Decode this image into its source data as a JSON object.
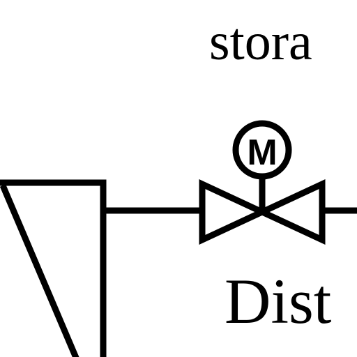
{
  "labels": {
    "top": "stora",
    "bottom": "Dist"
  },
  "valve": {
    "actuator_letter": "M"
  },
  "colors": {
    "line": "#000000",
    "background": "#ffffff"
  }
}
